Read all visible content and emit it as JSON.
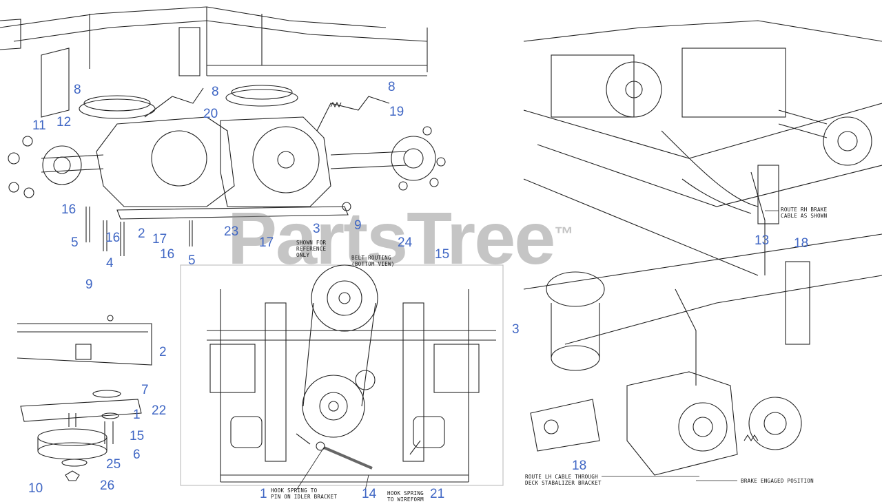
{
  "watermark": {
    "text": "PartsTree",
    "mark": "™"
  },
  "colors": {
    "callout": "#3f66c4",
    "line": "#222222",
    "watermark": "#969696"
  },
  "notes": {
    "shown_for_reference": "SHOWN FOR\nREFERENCE\nONLY",
    "belt_routing": "BELT ROUTING\n(BOTTOM VIEW)",
    "route_rh": "ROUTE RH BRAKE\nCABLE AS SHOWN",
    "hook_idler": "HOOK SPRING TO\nPIN ON IDLER BRACKET",
    "hook_wireform": "HOOK SPRING\nTO WIREFORM",
    "route_lh": "ROUTE LH CABLE THROUGH\nDECK STABALIZER BRACKET",
    "brake_engaged": "BRAKE ENGAGED POSITION"
  },
  "callouts": [
    {
      "id": "c-8a",
      "text": "8"
    },
    {
      "id": "c-8b",
      "text": "8"
    },
    {
      "id": "c-8c",
      "text": "8"
    },
    {
      "id": "c-11",
      "text": "11"
    },
    {
      "id": "c-12",
      "text": "12"
    },
    {
      "id": "c-20",
      "text": "20"
    },
    {
      "id": "c-19",
      "text": "19"
    },
    {
      "id": "c-16a",
      "text": "16"
    },
    {
      "id": "c-2a",
      "text": "2"
    },
    {
      "id": "c-17a",
      "text": "17"
    },
    {
      "id": "c-23",
      "text": "23"
    },
    {
      "id": "c-3a",
      "text": "3"
    },
    {
      "id": "c-9a",
      "text": "9"
    },
    {
      "id": "c-5a",
      "text": "5"
    },
    {
      "id": "c-16b",
      "text": "16"
    },
    {
      "id": "c-4",
      "text": "4"
    },
    {
      "id": "c-16c",
      "text": "16"
    },
    {
      "id": "c-5b",
      "text": "5"
    },
    {
      "id": "c-17b",
      "text": "17"
    },
    {
      "id": "c-24",
      "text": "24"
    },
    {
      "id": "c-15a",
      "text": "15"
    },
    {
      "id": "c-9b",
      "text": "9"
    },
    {
      "id": "c-3b",
      "text": "3"
    },
    {
      "id": "c-2b",
      "text": "2"
    },
    {
      "id": "c-7",
      "text": "7"
    },
    {
      "id": "c-22",
      "text": "22"
    },
    {
      "id": "c-1a",
      "text": "1"
    },
    {
      "id": "c-15b",
      "text": "15"
    },
    {
      "id": "c-6",
      "text": "6"
    },
    {
      "id": "c-25",
      "text": "25"
    },
    {
      "id": "c-26",
      "text": "26"
    },
    {
      "id": "c-10",
      "text": "10"
    },
    {
      "id": "c-1b",
      "text": "1"
    },
    {
      "id": "c-14",
      "text": "14"
    },
    {
      "id": "c-21",
      "text": "21"
    },
    {
      "id": "c-13",
      "text": "13"
    },
    {
      "id": "c-18a",
      "text": "18"
    },
    {
      "id": "c-18b",
      "text": "18"
    }
  ]
}
